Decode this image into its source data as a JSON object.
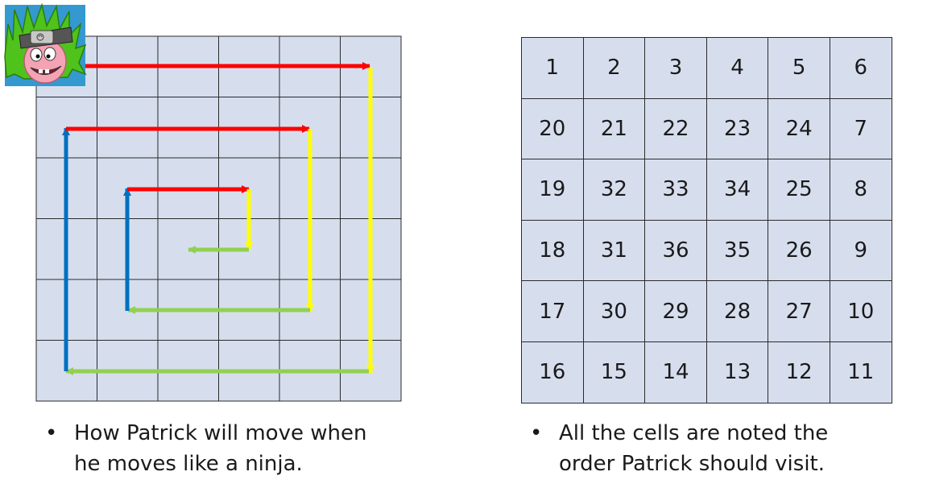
{
  "left_diagram": {
    "grid_size": 6,
    "colors": {
      "cell_fill": "#d6deee",
      "grid_line": "#2a2a2a",
      "move_right": "#ff0000",
      "move_down": "#ffff00",
      "move_left": "#92d050",
      "move_up": "#0070c0"
    },
    "avatar": {
      "name": "patrick-ninja-avatar"
    }
  },
  "right_grid": {
    "rows": [
      [
        "1",
        "2",
        "3",
        "4",
        "5",
        "6"
      ],
      [
        "20",
        "21",
        "22",
        "23",
        "24",
        "7"
      ],
      [
        "19",
        "32",
        "33",
        "34",
        "25",
        "8"
      ],
      [
        "18",
        "31",
        "36",
        "35",
        "26",
        "9"
      ],
      [
        "17",
        "30",
        "29",
        "28",
        "27",
        "10"
      ],
      [
        "16",
        "15",
        "14",
        "13",
        "12",
        "11"
      ]
    ]
  },
  "captions": {
    "left": {
      "bullet": "•",
      "line1": "How Patrick will move when",
      "line2": "he moves like a ninja."
    },
    "right": {
      "bullet": "•",
      "line1": "All the cells are noted the",
      "line2": "order Patrick should visit."
    }
  }
}
